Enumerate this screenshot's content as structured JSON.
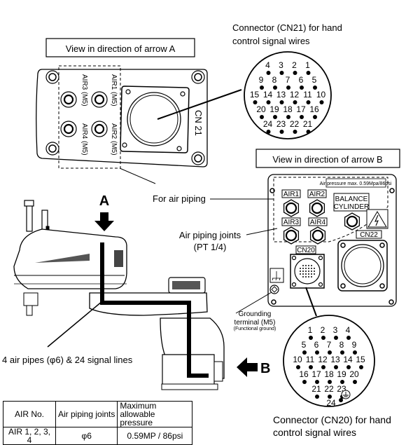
{
  "view_a": {
    "title": "View in direction of arrow A",
    "ports": [
      "AIR1 (M5)",
      "AIR2 (M5)",
      "AIR3 (M5)",
      "AIR4 (M5)"
    ],
    "connector_label": "CN 21"
  },
  "cn21": {
    "caption_line1": "Connector (CN21) for hand",
    "caption_line2": "control signal wires",
    "rows": [
      [
        "4",
        "3",
        "2",
        "1"
      ],
      [
        "9",
        "8",
        "7",
        "6",
        "5"
      ],
      [
        "15",
        "14",
        "13",
        "12",
        "11",
        "10"
      ],
      [
        "20",
        "19",
        "18",
        "17",
        "16"
      ],
      [
        "24",
        "23",
        "22",
        "21"
      ]
    ]
  },
  "view_b": {
    "title": "View in direction of arrow B",
    "pressure_note": "Air pressure max. 0.59Mpa/86psi",
    "ports": [
      "AIR1",
      "AIR2",
      "AIR3",
      "AIR4"
    ],
    "balance_line1": "BALANCE",
    "balance_line2": "CYLINDER",
    "cn20_label": "CN20",
    "cn22_label": "CN22"
  },
  "callouts": {
    "for_air_piping": "For air piping",
    "air_joints_line1": "Air piping joints",
    "air_joints_line2": "(PT 1/4)",
    "grounding_line1": "Grounding",
    "grounding_line2": "terminal (M5)",
    "grounding_line3": "(Functional ground)",
    "pipes_lines": "4 air pipes (φ6) & 24 signal lines",
    "arrow_a": "A",
    "arrow_b": "B"
  },
  "cn20": {
    "caption_line1": "Connector (CN20) for hand",
    "caption_line2": "control signal wires",
    "rows": [
      [
        "1",
        "2",
        "3",
        "4"
      ],
      [
        "5",
        "6",
        "7",
        "8",
        "9"
      ],
      [
        "10",
        "11",
        "12",
        "13",
        "14",
        "15"
      ],
      [
        "16",
        "17",
        "18",
        "19",
        "20"
      ],
      [
        "21",
        "22",
        "23"
      ]
    ],
    "last_pin": "24",
    "ground_symbol": "⏚"
  },
  "table": {
    "headers": [
      "AIR No.",
      "Air piping joints",
      "Maximum allowable pressure"
    ],
    "rows": [
      [
        "AIR 1, 2, 3, 4",
        "φ6",
        "0.59MP / 86psi"
      ]
    ]
  }
}
